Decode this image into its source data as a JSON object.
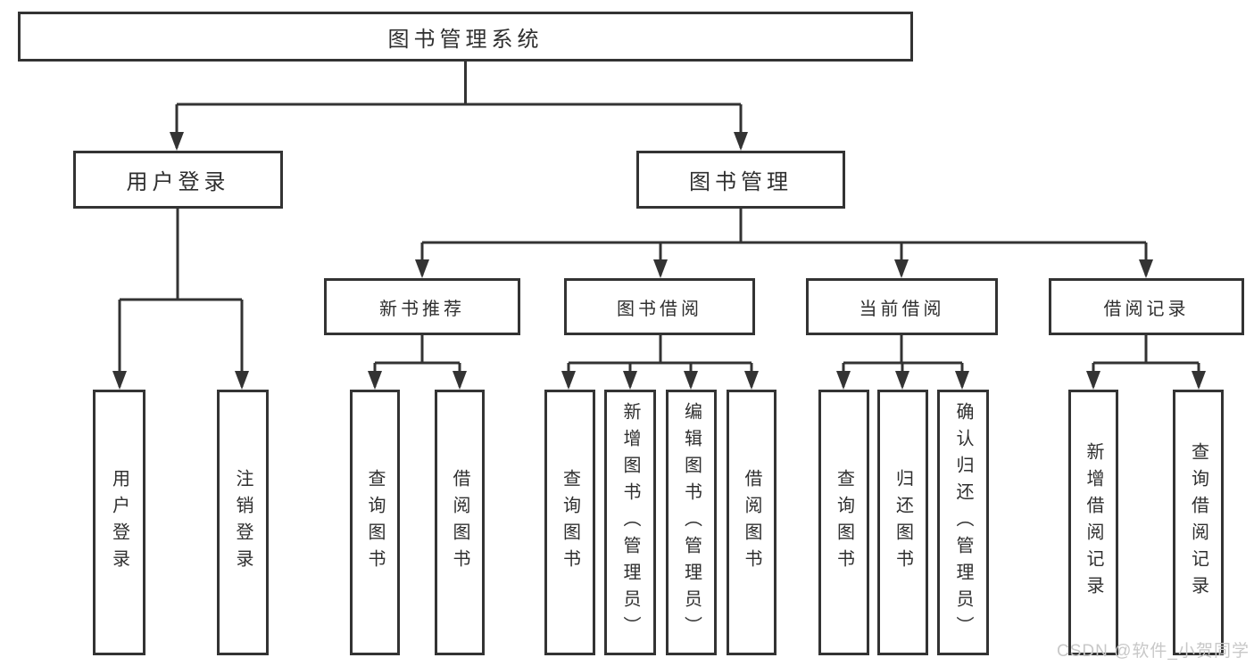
{
  "diagram": {
    "root": {
      "label": "图书管理系统"
    },
    "level2": [
      {
        "label": "用户登录",
        "children": [
          {
            "label": "用户登录"
          },
          {
            "label": "注销登录"
          }
        ]
      },
      {
        "label": "图书管理"
      }
    ],
    "level3": [
      {
        "label": "新书推荐",
        "children": [
          {
            "label": "查询图书"
          },
          {
            "label": "借阅图书"
          }
        ]
      },
      {
        "label": "图书借阅",
        "children": [
          {
            "label": "查询图书"
          },
          {
            "label": "新增图书（管理员）"
          },
          {
            "label": "编辑图书（管理员）"
          },
          {
            "label": "借阅图书"
          }
        ]
      },
      {
        "label": "当前借阅",
        "children": [
          {
            "label": "查询图书"
          },
          {
            "label": "归还图书"
          },
          {
            "label": "确认归还（管理员）"
          }
        ]
      },
      {
        "label": "借阅记录",
        "children": [
          {
            "label": "新增借阅记录"
          },
          {
            "label": "查询借阅记录"
          }
        ]
      }
    ]
  },
  "watermark": {
    "text": "CSDN @软件_小贺同学"
  },
  "colors": {
    "line": "#333333",
    "border": "#333333",
    "text": "#2f2f2f",
    "box_fill": "#ffffff",
    "background": "#ffffff",
    "watermark": "#c8c8c8"
  }
}
